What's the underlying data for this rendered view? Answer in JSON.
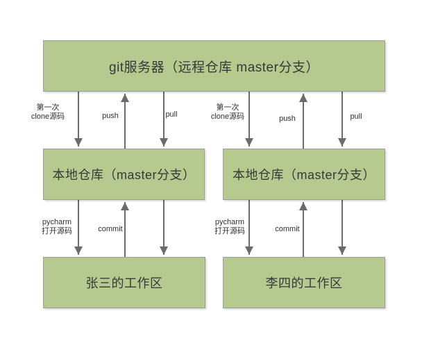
{
  "diagram": {
    "server_label": "git服务器（远程仓库 master分支）",
    "columns": [
      {
        "user": "张三",
        "local_repo_label": "本地仓库（master分支）",
        "workspace_label": "张三的工作区",
        "clone_label_line1": "第一次",
        "clone_label_line2": "clone源码",
        "push_label": "push",
        "pull_label": "pull",
        "open_label_line1": "pycharm",
        "open_label_line2": "打开源码",
        "commit_label": "commit"
      },
      {
        "user": "李四",
        "local_repo_label": "本地仓库（master分支）",
        "workspace_label": "李四的工作区",
        "clone_label_line1": "第一次",
        "clone_label_line2": "clone源码",
        "push_label": "push",
        "pull_label": "pull",
        "open_label_line1": "pycharm",
        "open_label_line2": "打开源码",
        "commit_label": "commit"
      }
    ],
    "colors": {
      "box_fill": "#b6ca8f",
      "box_border": "#9c9c9c",
      "arrow": "#6b6b6b",
      "text": "#383838"
    }
  }
}
